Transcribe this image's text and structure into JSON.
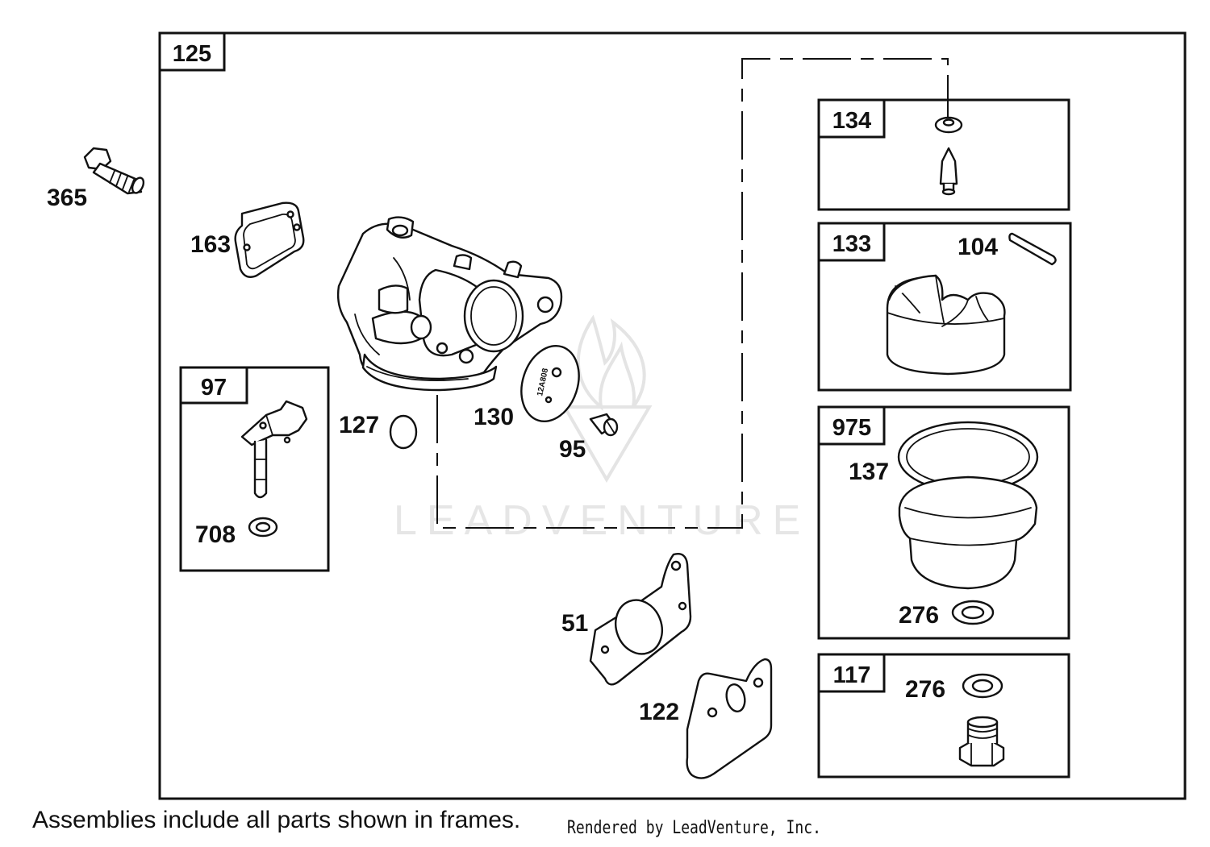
{
  "diagram": {
    "main_frame_label": "125",
    "frames": {
      "f134": "134",
      "f133": "133",
      "f975": "975",
      "f117": "117",
      "f97": "97"
    },
    "callouts": {
      "c365": "365",
      "c163": "163",
      "c127": "127",
      "c130": "130",
      "c95": "95",
      "c104": "104",
      "c137": "137",
      "c276a": "276",
      "c276b": "276",
      "c708": "708",
      "c51": "51",
      "c122": "122"
    },
    "plate_text": "12A808",
    "watermark": "LEADVENTURE"
  },
  "footer": {
    "note": "Assemblies include all parts shown in frames.",
    "credit": "Rendered by LeadVenture, Inc."
  }
}
